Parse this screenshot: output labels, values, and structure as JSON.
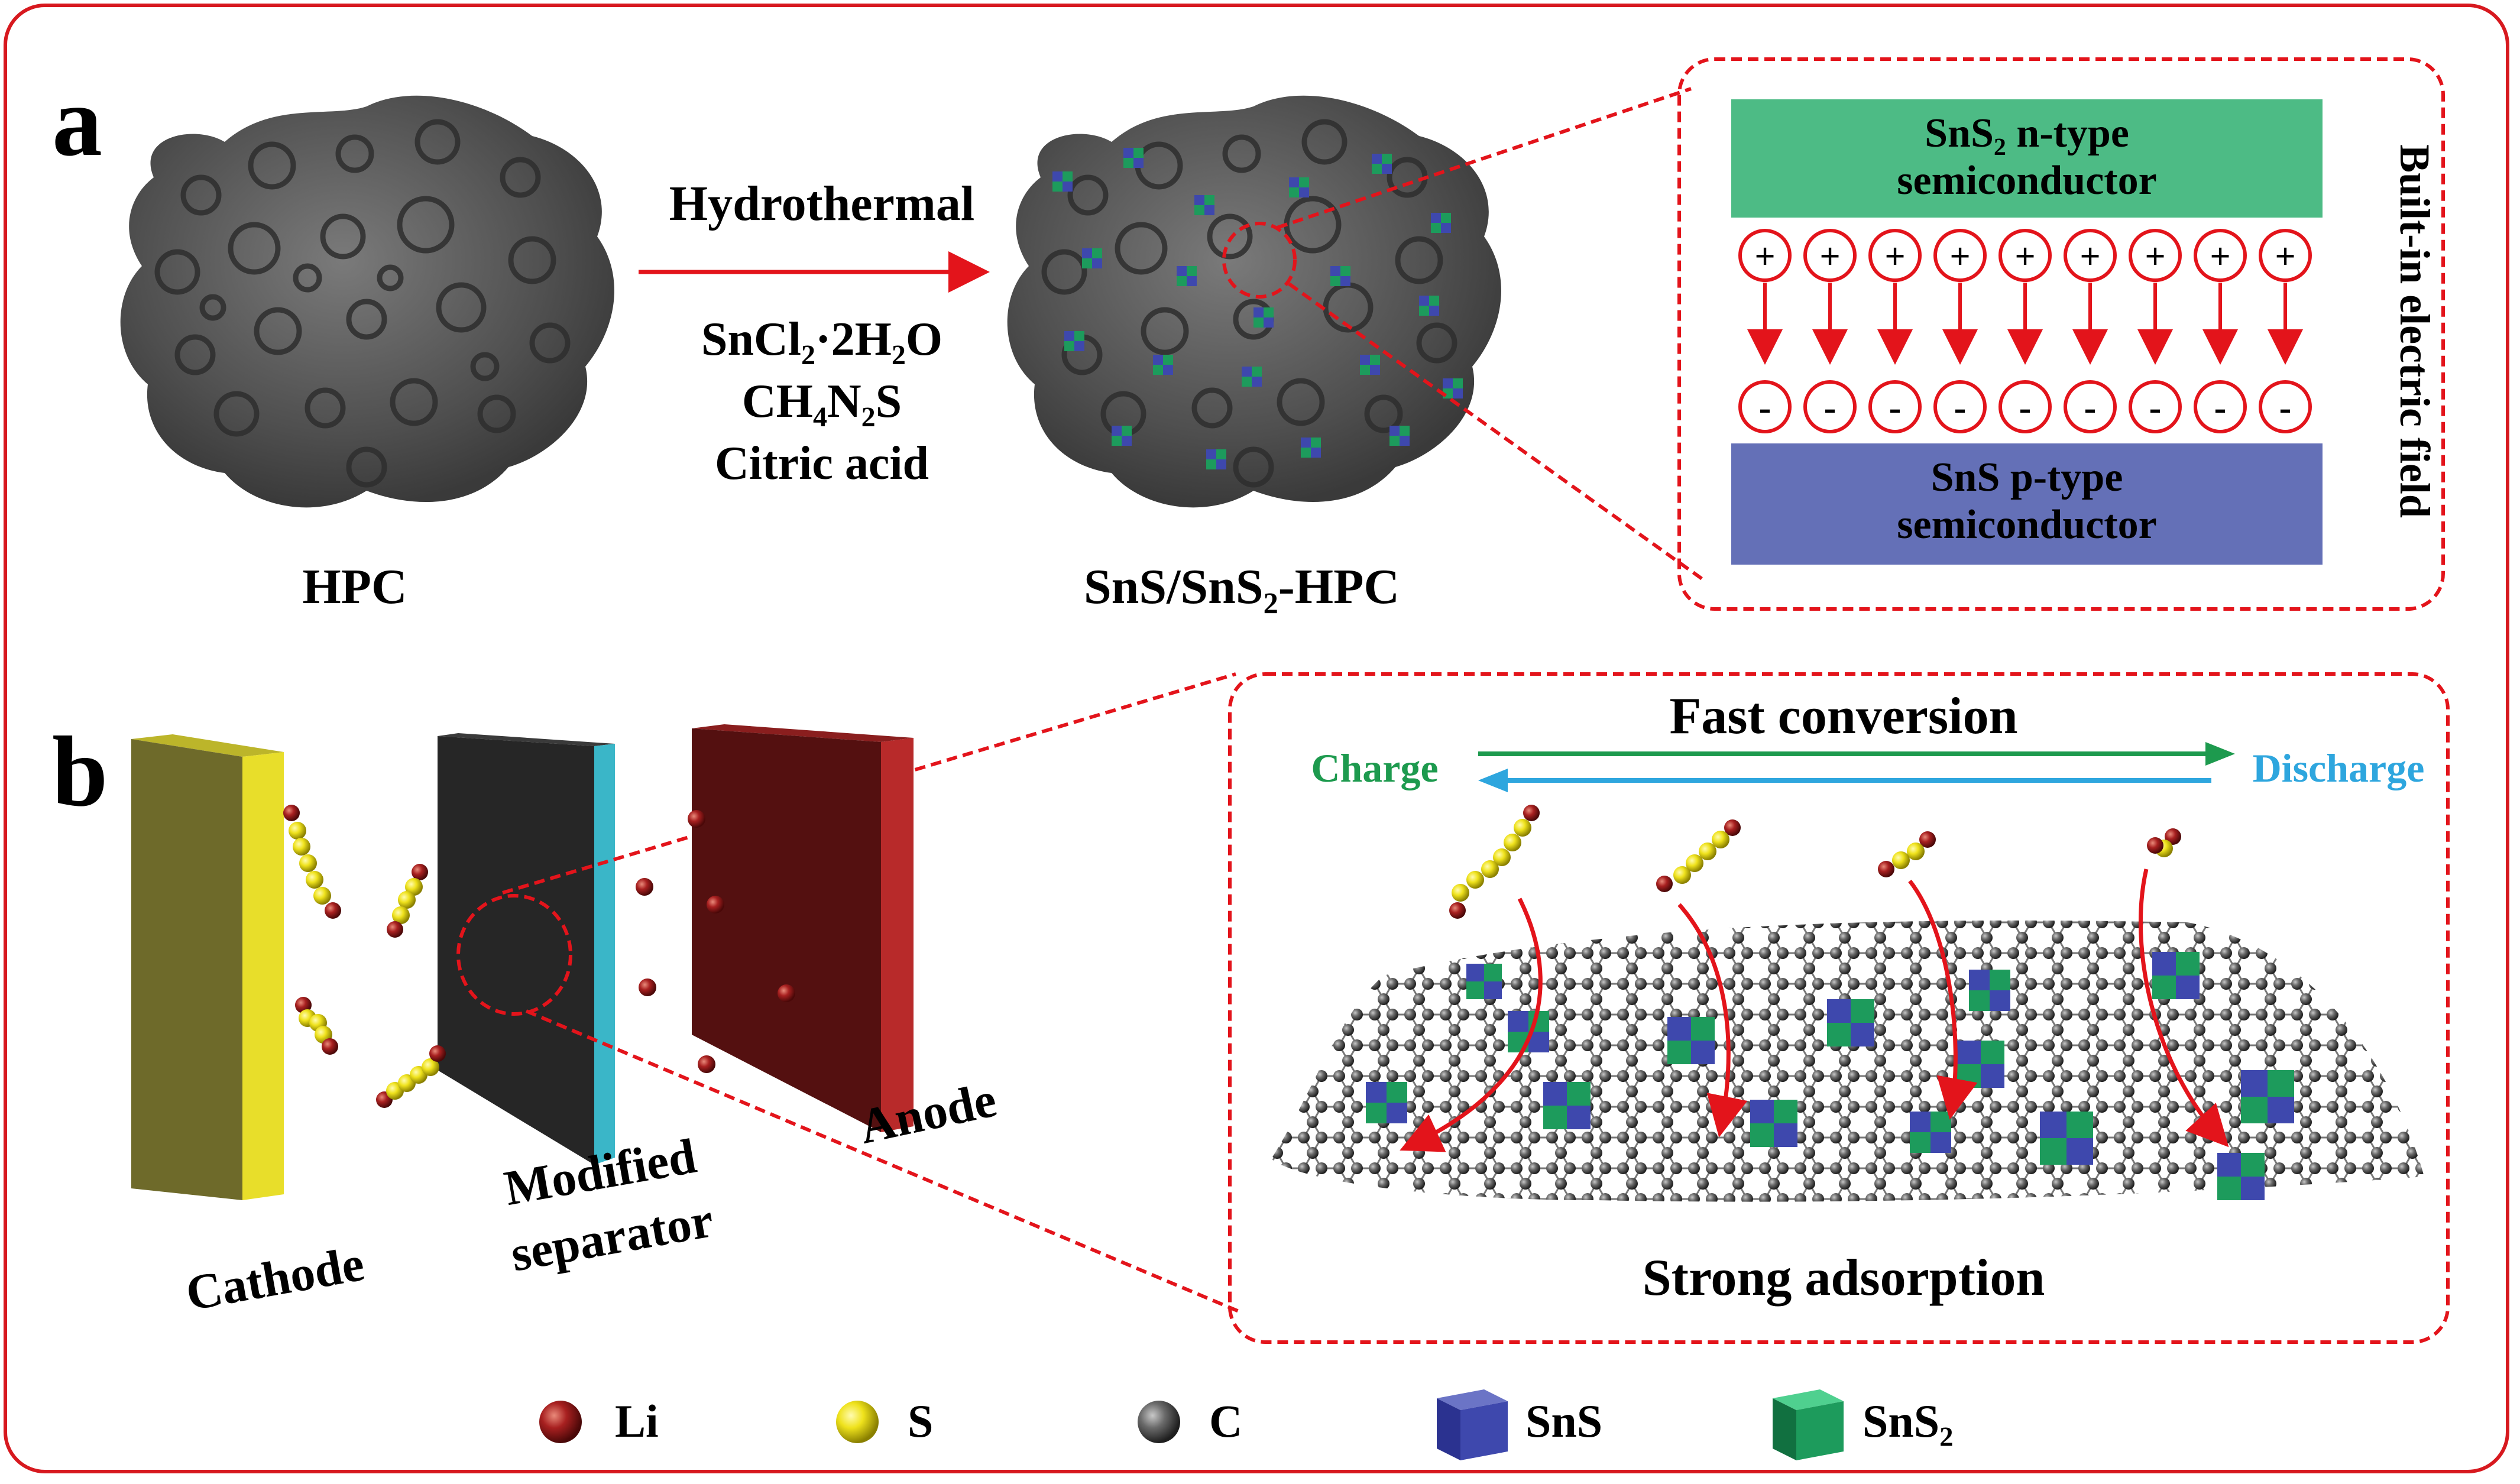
{
  "panel_a": {
    "label": "a",
    "left_caption": "HPC",
    "right_caption": "SnS/SnS₂-HPC",
    "arrow_label_top": "Hydrothermal",
    "reagents": [
      "SnCl₂·2H₂O",
      "CH₄N₂S",
      "Citric acid"
    ],
    "inset": {
      "top_layer": [
        "SnS₂ n-type",
        "semiconductor"
      ],
      "bottom_layer": [
        "SnS p-type",
        "semiconductor"
      ],
      "positive_symbol": "+",
      "negative_symbol": "-",
      "side_label": "Built-in electric field"
    }
  },
  "panel_b": {
    "label": "b",
    "cathode_label": "Cathode",
    "separator_label": [
      "Modified",
      "separator"
    ],
    "anode_label": "Anode",
    "inset": {
      "title": "Fast conversion",
      "left_label": "Charge",
      "right_label": "Discharge",
      "bottom_label": "Strong adsorption"
    }
  },
  "legend": [
    {
      "icon": "li-atom-icon",
      "label": "Li"
    },
    {
      "icon": "s-atom-icon",
      "label": "S"
    },
    {
      "icon": "c-atom-icon",
      "label": "C"
    },
    {
      "icon": "sns-cube-icon",
      "label": "SnS"
    },
    {
      "icon": "sns2-cube-icon",
      "label": "SnS₂"
    }
  ],
  "colors": {
    "frame": "#d7191f",
    "sns2_layer": "#4dbb85",
    "sns_layer": "#6470b7",
    "charge_arrow": "#1d9a4e",
    "discharge_arrow": "#2ea6de",
    "cathode": "#d9d22e",
    "anode": "#6e1414",
    "separator": "#2a2a2a"
  }
}
